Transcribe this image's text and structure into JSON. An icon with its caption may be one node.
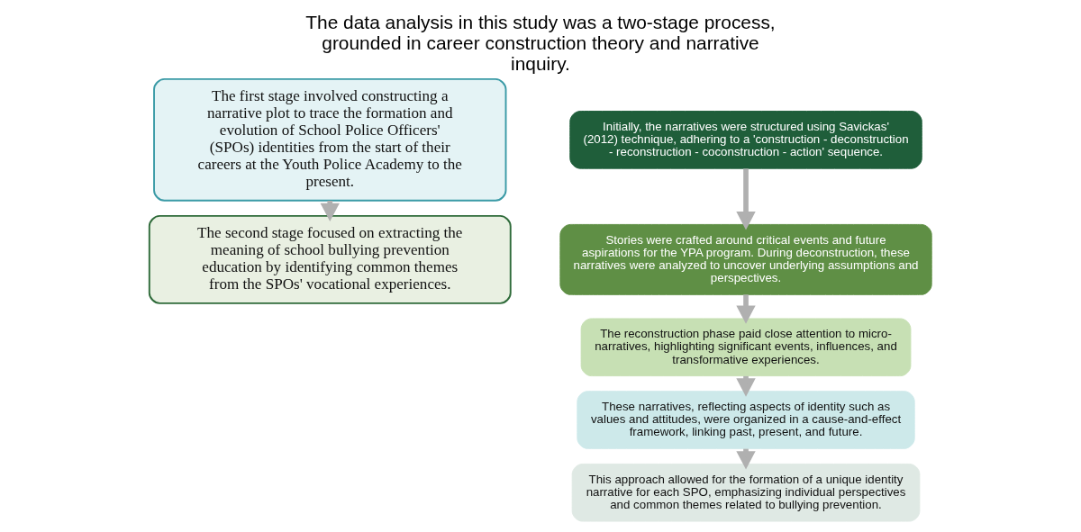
{
  "diagram": {
    "title": "The data analysis in this study was a two-stage process, grounded in career construction theory and narrative inquiry.",
    "nodes": [
      {
        "text": [
          "The first stage involved constructing a narrative plot to trace the formation and evolution of School Police Officers' (SPOs) identities from the start of their careers at the Youth Police Academy to the present."
        ]
      },
      {
        "text": [
          "The second stage focused on extracting the meaning of school bullying prevention education by identifying common themes from the SPOs' vocational experiences."
        ]
      },
      {
        "text": [
          "Initially, the narratives were structured using Savickas' (2012) technique, adhering to a 'construction - deconstruction - reconstruction - coconstruction - action' sequence."
        ]
      },
      {
        "text": [
          "Stories were crafted around critical events and future aspirations for the YPA program. During deconstruction, these narratives were analyzed to uncover underlying assumptions and perspectives."
        ]
      },
      {
        "text": [
          "The reconstruction phase paid close attention to micro-narratives, highlighting significant events, influences, and transformative experiences."
        ]
      },
      {
        "text": [
          "These narratives, reflecting aspects of identity such as values and attitudes, were organized in a cause-and-effect framework, linking past, present, and future."
        ]
      },
      {
        "text": [
          "This approach allowed for the formation of a unique identity narrative for each SPO, emphasizing individual perspectives and common themes related to bullying prevention."
        ]
      }
    ],
    "edges": [
      {
        "from": 0,
        "to": 1,
        "arrow": "to"
      },
      {
        "from": 2,
        "to": 3,
        "arrow": "to"
      },
      {
        "from": 3,
        "to": 4,
        "arrow": "to"
      },
      {
        "from": 4,
        "to": 5,
        "arrow": "to"
      },
      {
        "from": 5,
        "to": 6,
        "arrow": "to"
      }
    ]
  }
}
